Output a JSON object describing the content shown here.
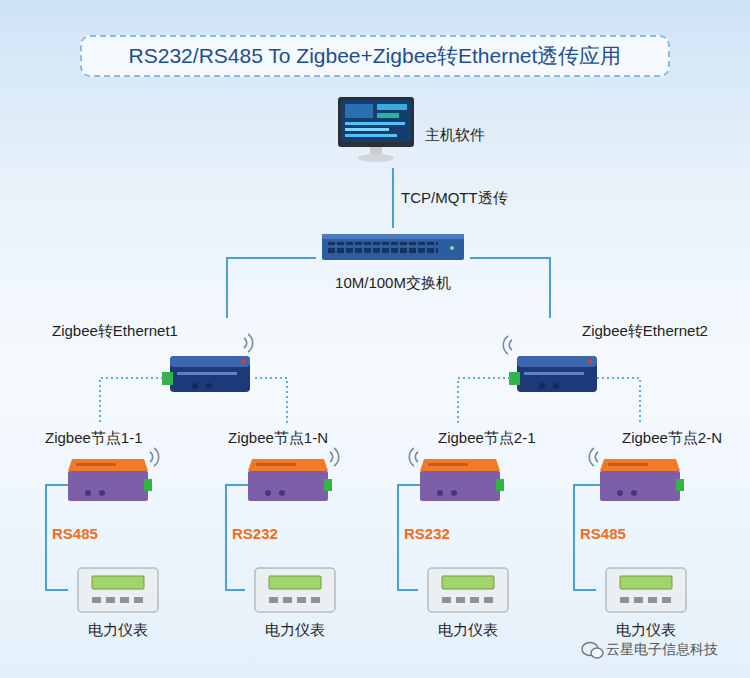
{
  "diagram": {
    "title": "RS232/RS485 To Zigbee+Zigbee转Ethernet透传应用",
    "nodes": [
      {
        "text": [
          "主机软件"
        ]
      },
      {
        "text": [
          "10M/100M交换机"
        ]
      },
      {
        "text": [
          "Zigbee转Ethernet1"
        ]
      },
      {
        "text": [
          "Zigbee转Ethernet2"
        ]
      },
      {
        "text": [
          "Zigbee节点1-1"
        ]
      },
      {
        "text": [
          "Zigbee节点1-N"
        ]
      },
      {
        "text": [
          "Zigbee节点2-1"
        ]
      },
      {
        "text": [
          "Zigbee节点2-N"
        ]
      },
      {
        "text": [
          "电力仪表"
        ]
      },
      {
        "text": [
          "电力仪表"
        ]
      },
      {
        "text": [
          "电力仪表"
        ]
      },
      {
        "text": [
          "电力仪表"
        ]
      }
    ],
    "edges": [
      {
        "from": 0,
        "to": 1,
        "label": "TCP/MQTT透传",
        "arrow": "none"
      },
      {
        "from": 1,
        "to": 2,
        "arrow": "none"
      },
      {
        "from": 1,
        "to": 3,
        "arrow": "none"
      },
      {
        "from": 2,
        "to": 4,
        "arrow": "none"
      },
      {
        "from": 2,
        "to": 5,
        "arrow": "none"
      },
      {
        "from": 3,
        "to": 6,
        "arrow": "none"
      },
      {
        "from": 3,
        "to": 7,
        "arrow": "none"
      },
      {
        "from": 4,
        "to": 8,
        "label": "RS485",
        "arrow": "none"
      },
      {
        "from": 5,
        "to": 9,
        "label": "RS232",
        "arrow": "none"
      },
      {
        "from": 6,
        "to": 10,
        "label": "RS232",
        "arrow": "none"
      },
      {
        "from": 7,
        "to": 11,
        "label": "RS485",
        "arrow": "none"
      }
    ],
    "labels": [
      "云星电子信息科技"
    ]
  }
}
